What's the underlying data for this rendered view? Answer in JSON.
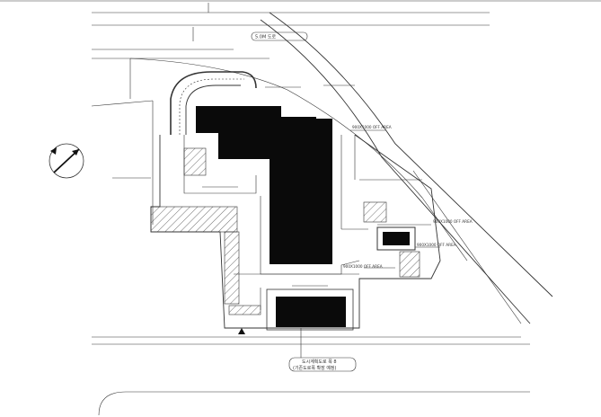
{
  "labels": {
    "north_road": "5.0M 도로",
    "bottom_road_1": "도시계획도로 폭 8",
    "bottom_road_2": "(기존도로폭 확장 예정)",
    "area_right_1": "900X1000 OFF AREA",
    "area_right_2": "900X1000 OFF AREA",
    "area_right_3": "900X1000 OFF AREA",
    "area_mid": "900X1000 OFF AREA"
  },
  "colors": {
    "ink": "#222222",
    "building": "#0a0a0a",
    "paper": "#ffffff"
  },
  "icons": {
    "north_arrow": "north-arrow-icon",
    "entry_marker": "entry-triangle-icon"
  }
}
